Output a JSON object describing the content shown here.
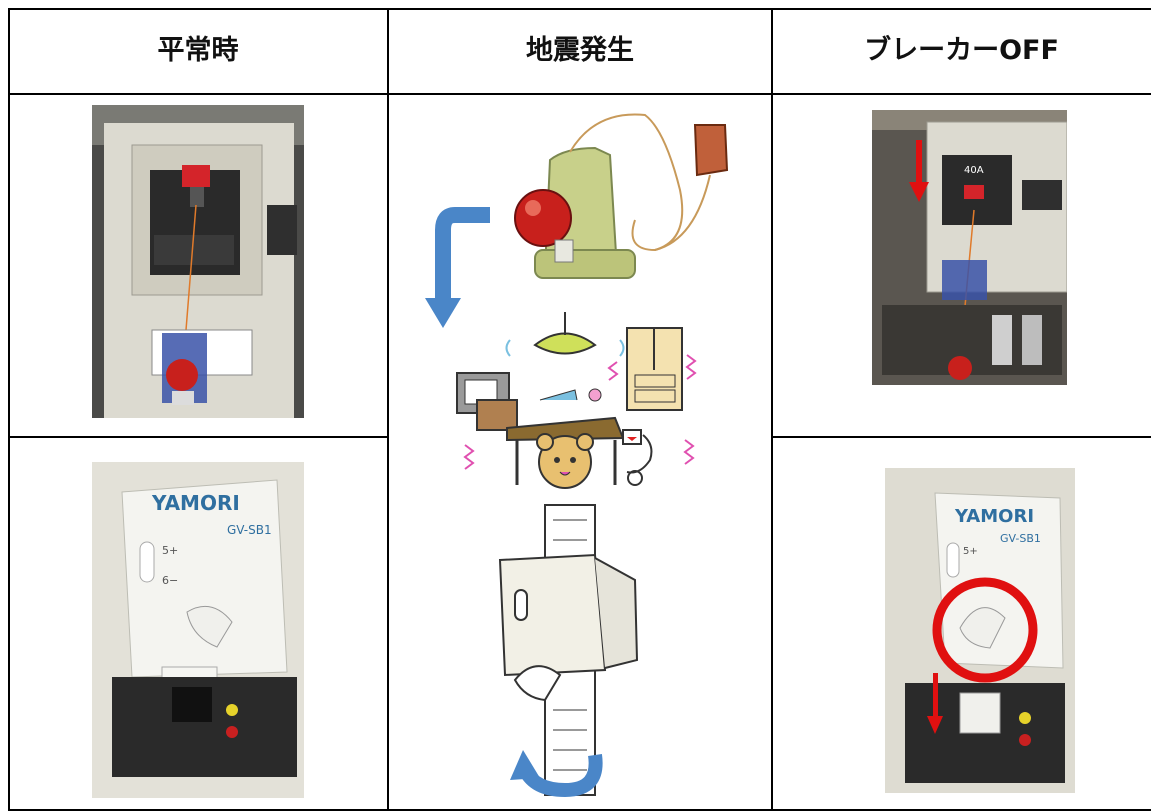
{
  "table": {
    "headers": [
      "平常時",
      "地震発生",
      "ブレーカーOFF"
    ]
  },
  "photos": {
    "device_brand": "YAMORI",
    "device_model": "GV-SB1",
    "dial_mark_upper": "5+",
    "dial_mark_lower": "6−",
    "breaker_rating": "40A"
  },
  "colors": {
    "arrow_blue": "#4a86c8",
    "alert_red": "#e01010",
    "ball_red": "#c8201c",
    "device_white": "#efefe9",
    "device_text": "#2f6fa0",
    "cabinet_beige": "#dcdad0",
    "stand_green": "#c8d08a"
  },
  "icons": [
    "seismic-sensor-ball",
    "hanging-lamp-shake",
    "cabinet-shake",
    "tv-shake",
    "bear-under-table",
    "pull-string-plug",
    "yamori-switch-illustration",
    "curved-down-arrow",
    "u-turn-arrow",
    "down-arrow",
    "red-circle-highlight"
  ]
}
